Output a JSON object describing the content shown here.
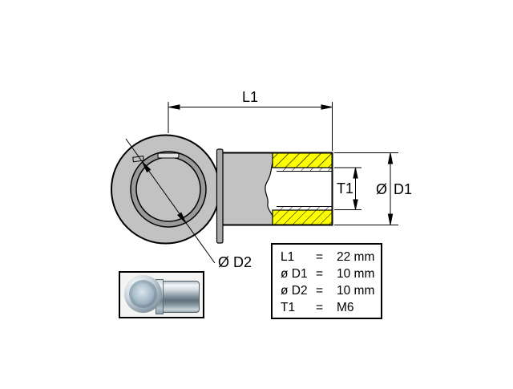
{
  "drawing": {
    "dimension_labels": {
      "l1": "L1",
      "t1": "T1",
      "d1_symbol": "Ø",
      "d1_name": "D1",
      "d2": "Ø D2"
    },
    "colors": {
      "part_gray": "#c2c2c2",
      "ring_gray": "#9a9a9a",
      "clip_gray": "#aaaaaa",
      "thread_yellow": "#ffff00",
      "outline": "#000000"
    }
  },
  "spec_table": {
    "rows": [
      {
        "name": "L1",
        "eq": "=",
        "value": "22 mm"
      },
      {
        "name": "ø D1",
        "eq": "=",
        "value": "10 mm"
      },
      {
        "name": "ø D2",
        "eq": "=",
        "value": "10 mm"
      },
      {
        "name": "T1",
        "eq": "=",
        "value": "M6"
      }
    ]
  },
  "photo": {
    "name": "ball-socket-end-fitting-photo"
  }
}
